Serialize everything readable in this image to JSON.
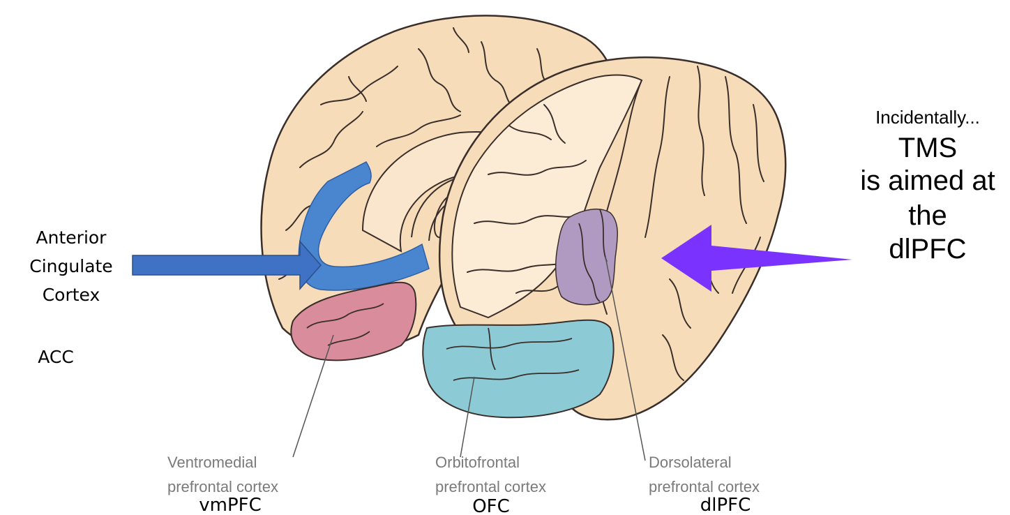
{
  "regions": {
    "vmpfc": {
      "line1": "Ventromedial",
      "line2": "prefrontal cortex",
      "abbr": "vmPFC",
      "color": "#d98c9c"
    },
    "ofc": {
      "line1": "Orbitofrontal",
      "line2": "prefrontal cortex",
      "abbr": "OFC",
      "color": "#8ccad6"
    },
    "dlpfc": {
      "line1": "Dorsolateral",
      "line2": "prefrontal cortex",
      "abbr": "dlPFC",
      "color": "#b09ac2"
    },
    "acc": {
      "line1": "Anterior",
      "line2": "Cingulate",
      "line3": "Cortex",
      "abbr": "ACC",
      "color": "#4a86d0"
    }
  },
  "note": {
    "line1": "Incidentally...",
    "line2": "TMS",
    "line3": "is aimed at",
    "line4": "the",
    "line5": "dlPFC"
  },
  "colors": {
    "brain_fill": "#f6dcb9",
    "brain_light": "#fcecd6",
    "outline": "#3a2e2a",
    "acc_arrow": "#3f72c4",
    "tms_arrow": "#7a33ff"
  }
}
